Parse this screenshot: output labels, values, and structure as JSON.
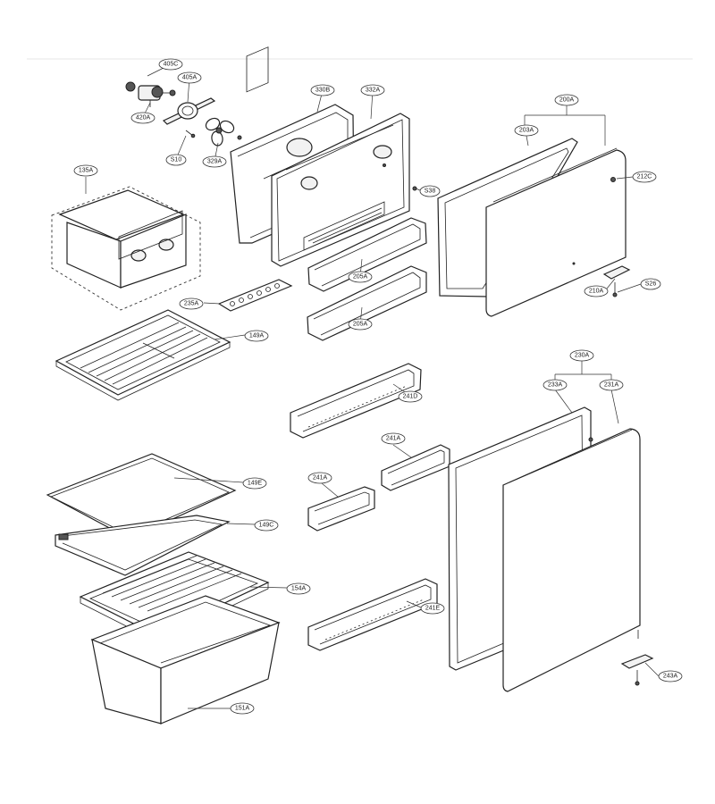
{
  "labels": {
    "p405c": "405C",
    "p405a": "405A",
    "p420a": "420A",
    "s10": "S10",
    "p329a": "329A",
    "p330b": "330B",
    "p332a": "332A",
    "s38": "S38",
    "p200a": "200A",
    "p203a": "203A",
    "p212c": "212C",
    "p210a": "210A",
    "s26": "S26",
    "p135a": "135A",
    "p205a_1": "205A",
    "p205a_2": "205A",
    "p235a": "235A",
    "p149a": "149A",
    "p241d": "241D",
    "p230a": "230A",
    "p233a": "233A",
    "p231a": "231A",
    "p241a_1": "241A",
    "p241a_2": "241A",
    "p149e": "149E",
    "p149c": "149C",
    "p154a": "154A",
    "p241e": "241E",
    "p243a": "243A",
    "p151a": "151A"
  }
}
